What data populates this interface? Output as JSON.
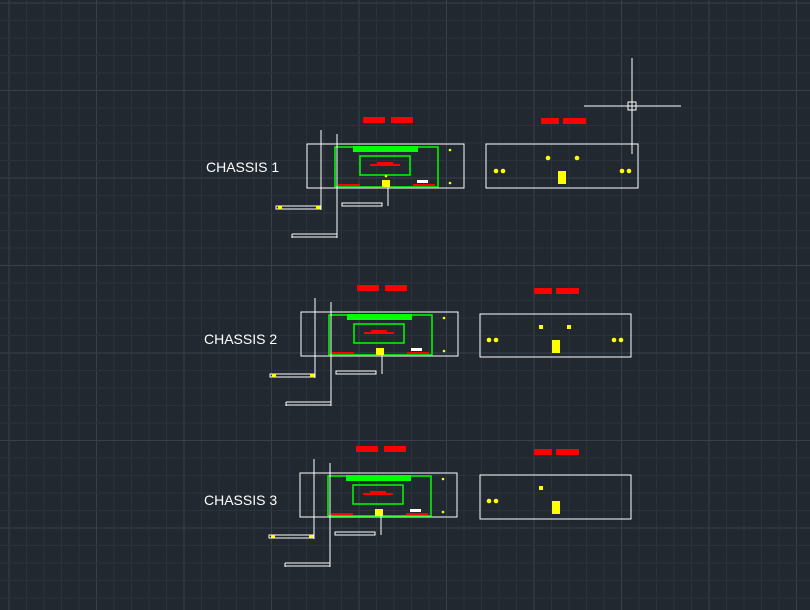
{
  "viewport": {
    "background": "#212830",
    "grid_minor": "#2a323b",
    "grid_major": "#36404b"
  },
  "colors": {
    "outline": "#ffffff",
    "frame": "#00ff00",
    "dims": "#ff0000",
    "marks": "#ffff00",
    "crosshair": "#ffffff"
  },
  "chassis": [
    {
      "label": "CHASSIS 1"
    },
    {
      "label": "CHASSIS 2"
    },
    {
      "label": "CHASSIS 3"
    }
  ],
  "cursor": {
    "icon": "crosshair-cursor-icon"
  }
}
